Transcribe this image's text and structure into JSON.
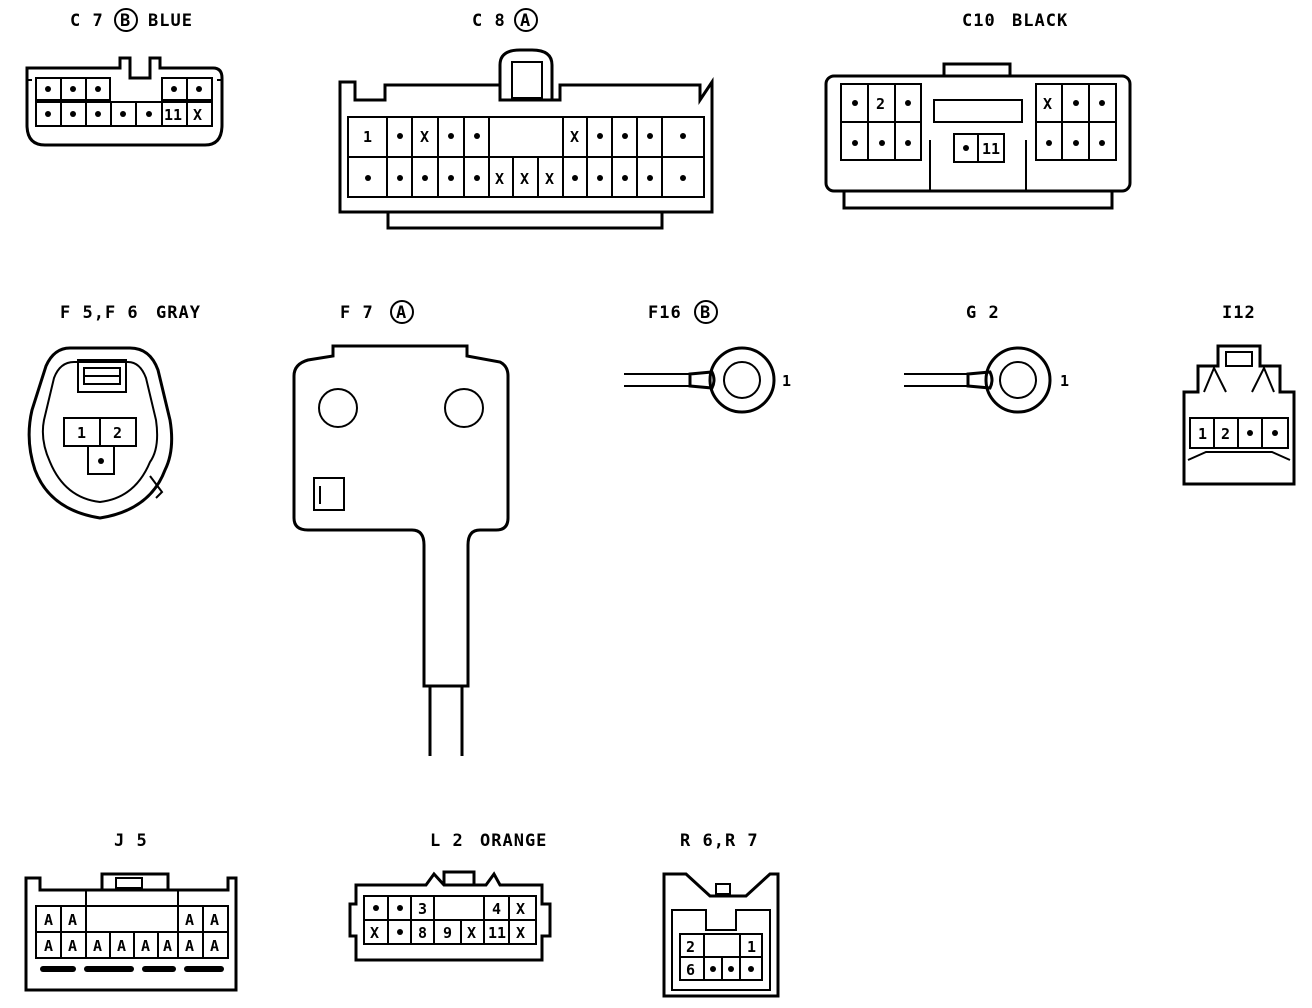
{
  "connectors": [
    {
      "id": "c7",
      "code": "C 7",
      "variant": "B",
      "color": "BLUE",
      "rows": [
        [
          "•",
          "•",
          "•",
          "•",
          "•"
        ],
        [
          "•",
          "•",
          "•",
          "•",
          "•",
          "11",
          "X"
        ]
      ]
    },
    {
      "id": "c8",
      "code": "C 8",
      "variant": "A",
      "color": "",
      "rows": [
        [
          "1",
          "•",
          "X",
          "•",
          "•",
          "",
          "X",
          "•",
          "•",
          "•",
          "•"
        ],
        [
          "•",
          "•",
          "•",
          "•",
          "•",
          "X",
          "X",
          "X",
          "•",
          "•",
          "•",
          "•",
          "•"
        ]
      ]
    },
    {
      "id": "c10",
      "code": "C10",
      "variant": "",
      "color": "BLACK",
      "rows": [
        [
          "•",
          "2",
          "•",
          "X",
          "•",
          "•"
        ],
        [
          "•",
          "•",
          "•",
          "•",
          "11",
          "•",
          "•",
          "•"
        ]
      ]
    },
    {
      "id": "f5f6",
      "code": "F 5,F 6",
      "variant": "",
      "color": "GRAY",
      "rows": [
        [
          "1",
          "2"
        ],
        [
          "•"
        ]
      ]
    },
    {
      "id": "f7",
      "code": "F 7",
      "variant": "A",
      "color": "",
      "rows": []
    },
    {
      "id": "f16",
      "code": "F16",
      "variant": "B",
      "color": "",
      "pin": "1",
      "rows": []
    },
    {
      "id": "g2",
      "code": "G 2",
      "variant": "",
      "color": "",
      "pin": "1",
      "rows": []
    },
    {
      "id": "i12",
      "code": "I12",
      "variant": "",
      "color": "",
      "rows": [
        [
          "1",
          "2",
          "•",
          "•"
        ]
      ]
    },
    {
      "id": "j5",
      "code": "J 5",
      "variant": "",
      "color": "",
      "rows": [
        [
          "A",
          "A",
          "A",
          "A"
        ],
        [
          "A",
          "A",
          "A",
          "A",
          "A",
          "A",
          "A",
          "A"
        ]
      ]
    },
    {
      "id": "l2",
      "code": "L 2",
      "variant": "",
      "color": "ORANGE",
      "rows": [
        [
          "•",
          "•",
          "3",
          "4",
          "X"
        ],
        [
          "X",
          "•",
          "8",
          "9",
          "X",
          "11",
          "X"
        ]
      ]
    },
    {
      "id": "r6r7",
      "code": "R 6,R 7",
      "variant": "",
      "color": "",
      "rows": [
        [
          "2",
          "1"
        ],
        [
          "6",
          "•",
          "•",
          "•"
        ]
      ]
    }
  ]
}
